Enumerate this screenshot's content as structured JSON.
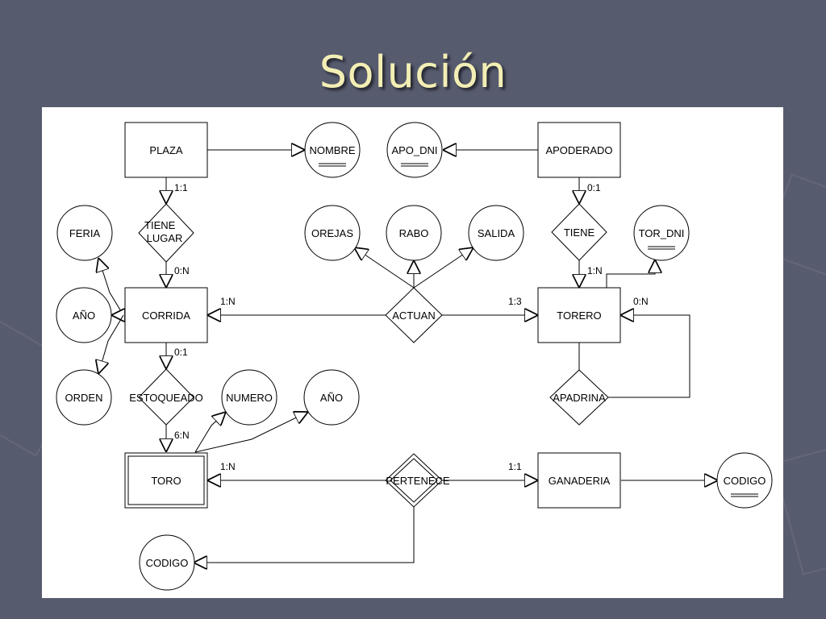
{
  "slide": {
    "title": "Solución"
  },
  "diagram": {
    "entities": [
      {
        "id": "plaza",
        "label": "PLAZA"
      },
      {
        "id": "apoderado",
        "label": "APODERADO"
      },
      {
        "id": "corrida",
        "label": "CORRIDA"
      },
      {
        "id": "torero",
        "label": "TORERO"
      },
      {
        "id": "toro",
        "label": "TORO"
      },
      {
        "id": "ganaderia",
        "label": "GANADERIA"
      }
    ],
    "relationships": [
      {
        "id": "tiene-lugar",
        "label": "TIENE\nLUGAR"
      },
      {
        "id": "tiene",
        "label": "TIENE"
      },
      {
        "id": "actuan",
        "label": "ACTUAN"
      },
      {
        "id": "estoqueado",
        "label": "ESTOQUEADO"
      },
      {
        "id": "apadrina",
        "label": "APADRINA"
      },
      {
        "id": "pertenece",
        "label": "PERTENECE"
      }
    ],
    "attributes": [
      {
        "id": "plaza-nombre",
        "label": "NOMBRE"
      },
      {
        "id": "apo-dni",
        "label": "APO_DNI"
      },
      {
        "id": "feria",
        "label": "FERIA"
      },
      {
        "id": "corrida-ano",
        "label": "AÑO"
      },
      {
        "id": "orden",
        "label": "ORDEN"
      },
      {
        "id": "orejas",
        "label": "OREJAS"
      },
      {
        "id": "rabo",
        "label": "RABO"
      },
      {
        "id": "salida",
        "label": "SALIDA"
      },
      {
        "id": "tor-dni",
        "label": "TOR_DNI"
      },
      {
        "id": "numero",
        "label": "NUMERO"
      },
      {
        "id": "toro-ano",
        "label": "AÑO"
      },
      {
        "id": "ganaderia-codigo",
        "label": "CODIGO"
      },
      {
        "id": "pertenece-codigo",
        "label": "CODIGO"
      }
    ],
    "cardinalities": [
      {
        "id": "plaza-tienelugar",
        "label": "1:1"
      },
      {
        "id": "tienelugar-corrida",
        "label": "0:N"
      },
      {
        "id": "apoderado-tiene",
        "label": "0:1"
      },
      {
        "id": "tiene-torero",
        "label": "1:N"
      },
      {
        "id": "actuan-corrida",
        "label": "1:N"
      },
      {
        "id": "actuan-torero",
        "label": "1:3"
      },
      {
        "id": "apadrina-torero",
        "label": "0:N"
      },
      {
        "id": "corrida-estoqueado",
        "label": "0:1"
      },
      {
        "id": "estoqueado-toro",
        "label": "6:N"
      },
      {
        "id": "pertenece-toro",
        "label": "1:N"
      },
      {
        "id": "pertenece-ganaderia",
        "label": "1:1"
      }
    ]
  }
}
